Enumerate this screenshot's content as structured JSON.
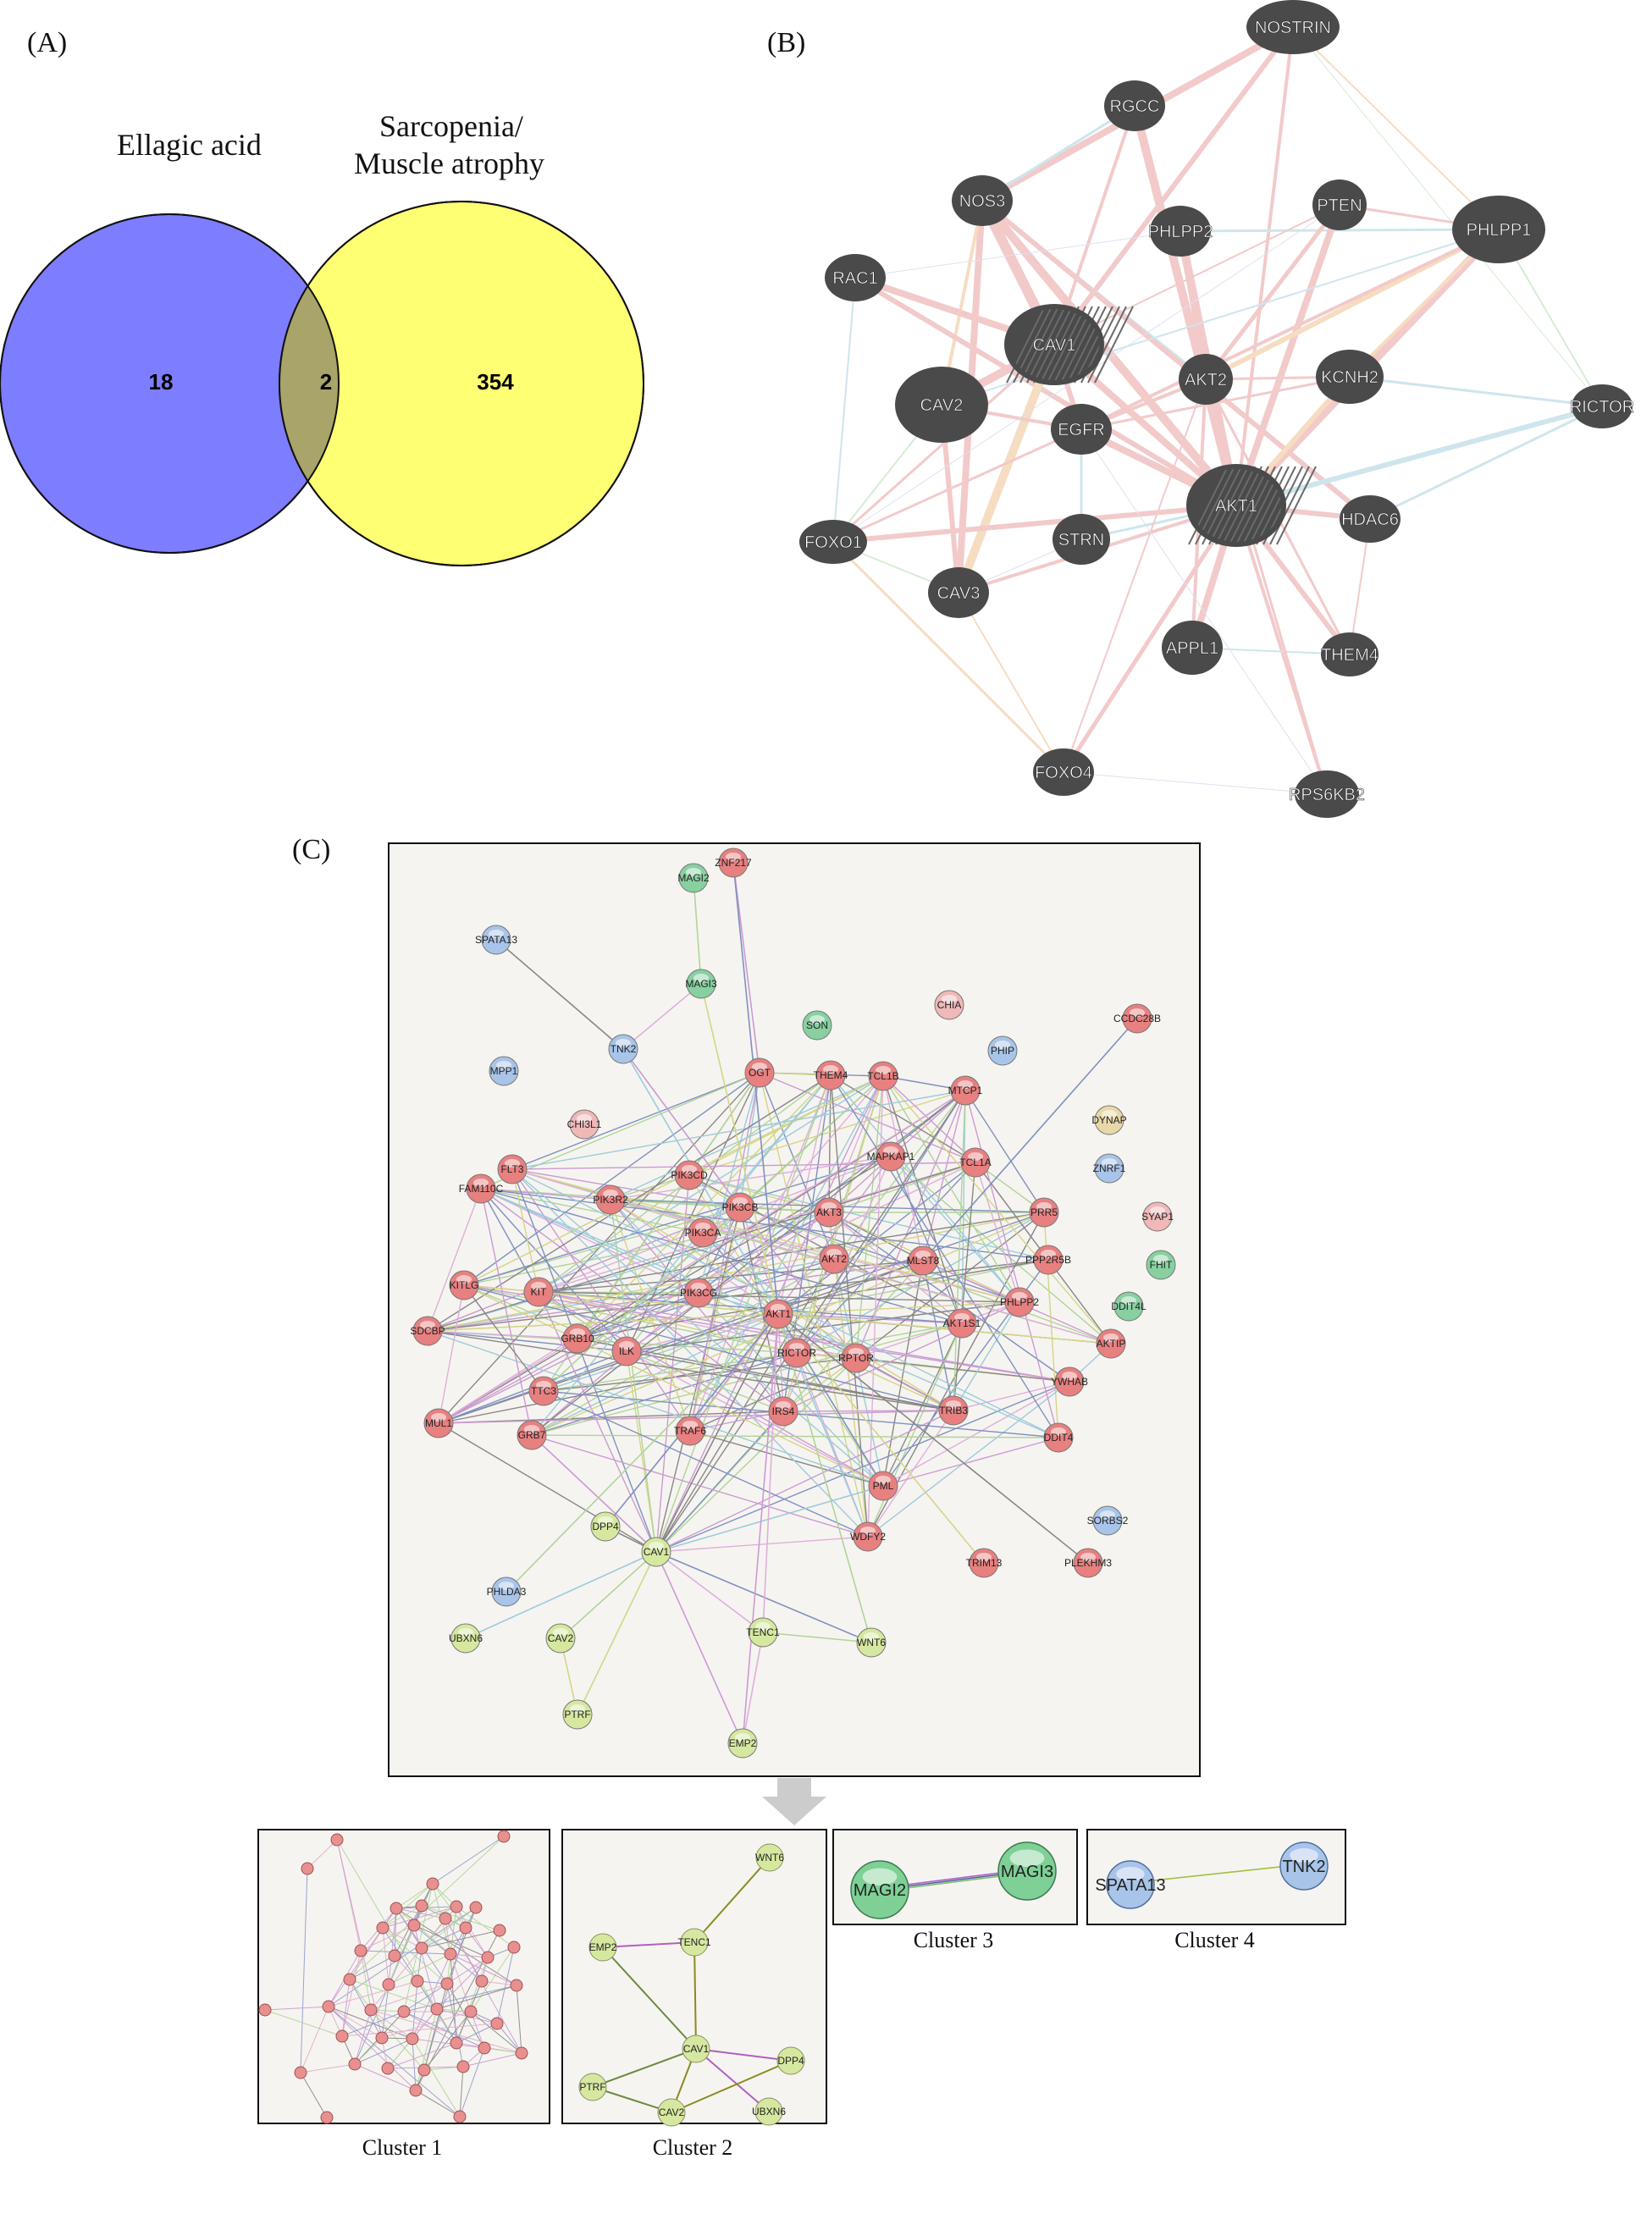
{
  "panels": {
    "a": {
      "label": "(A)"
    },
    "b": {
      "label": "(B)"
    },
    "c": {
      "label": "(C)"
    }
  },
  "venn": {
    "left_title": "Ellagic acid",
    "right_title_line1": "Sarcopenia/",
    "right_title_line2": "Muscle atrophy",
    "left_only": "18",
    "overlap": "2",
    "right_only": "354",
    "colors": {
      "left": "#7d7dff",
      "right": "#ffff73",
      "overlap": "#a8a46a"
    }
  },
  "genemania": {
    "node_color": "#4a4a4a",
    "nodes": [
      "NOSTRIN",
      "RGCC",
      "NOS3",
      "PHLPP2",
      "PTEN",
      "PHLPP1",
      "RAC1",
      "CAV1",
      "CAV2",
      "AKT2",
      "KCNH2",
      "RICTOR",
      "EGFR",
      "AKT1",
      "HDAC6",
      "FOXO1",
      "STRN",
      "CAV3",
      "APPL1",
      "THEM4",
      "FOXO4",
      "RPS6KB2"
    ],
    "edge_colors": [
      "#e8a0a0",
      "#a8d0e0",
      "#f0c090",
      "#b0e0b0",
      "#c8c8e8"
    ]
  },
  "string": {
    "nodes": [
      "ZNF217",
      "MAGI2",
      "SPATA13",
      "MAGI3",
      "SON",
      "CHIA",
      "CCDC28B",
      "MPP1",
      "TNK2",
      "PHIP",
      "OGT",
      "THEM4",
      "TCL1B",
      "MTCP1",
      "CHI3L1",
      "DYNAP",
      "FLT3",
      "FAM110C",
      "PIK3R2",
      "PIK3CD",
      "MAPKAP1",
      "TCL1A",
      "ZNRF1",
      "PIK3CB",
      "AKT3",
      "PRR5",
      "SYAP1",
      "PIK3CA",
      "KITLG",
      "KIT",
      "AKT2",
      "MLST8",
      "PPP2R5B",
      "FHIT",
      "PIK3CG",
      "PHLPP2",
      "DDIT4L",
      "SDCBP",
      "GRB10",
      "AKT1",
      "AKT1S1",
      "AKTIP",
      "ILK",
      "RICTOR",
      "RPTOR",
      "TTC3",
      "YWHAB",
      "MUL1",
      "GRB7",
      "TRAF6",
      "IRS4",
      "TRIB3",
      "DDIT4",
      "PML",
      "SORBS2",
      "DPP4",
      "WDFY2",
      "CAV1",
      "TRIM13",
      "PLEKHM3",
      "PHLDA3",
      "UBXN6",
      "CAV2",
      "TENC1",
      "WNT6",
      "PTRF",
      "EMP2"
    ],
    "cluster_colors": {
      "red": "#e88080",
      "green_light": "#d6e8a0",
      "blue": "#a8c4e8",
      "green": "#88d0a0",
      "pink": "#f0b8b8",
      "tan": "#e8d8a8"
    }
  },
  "clusters": [
    {
      "label": "Cluster 1"
    },
    {
      "label": "Cluster 2",
      "nodes": [
        "WNT6",
        "EMP2",
        "TENC1",
        "CAV1",
        "DPP4",
        "PTRF",
        "CAV2",
        "UBXN6"
      ]
    },
    {
      "label": "Cluster 3",
      "nodes": [
        "MAGI2",
        "MAGI3"
      ]
    },
    {
      "label": "Cluster 4",
      "nodes": [
        "SPATA13",
        "TNK2"
      ]
    }
  ]
}
